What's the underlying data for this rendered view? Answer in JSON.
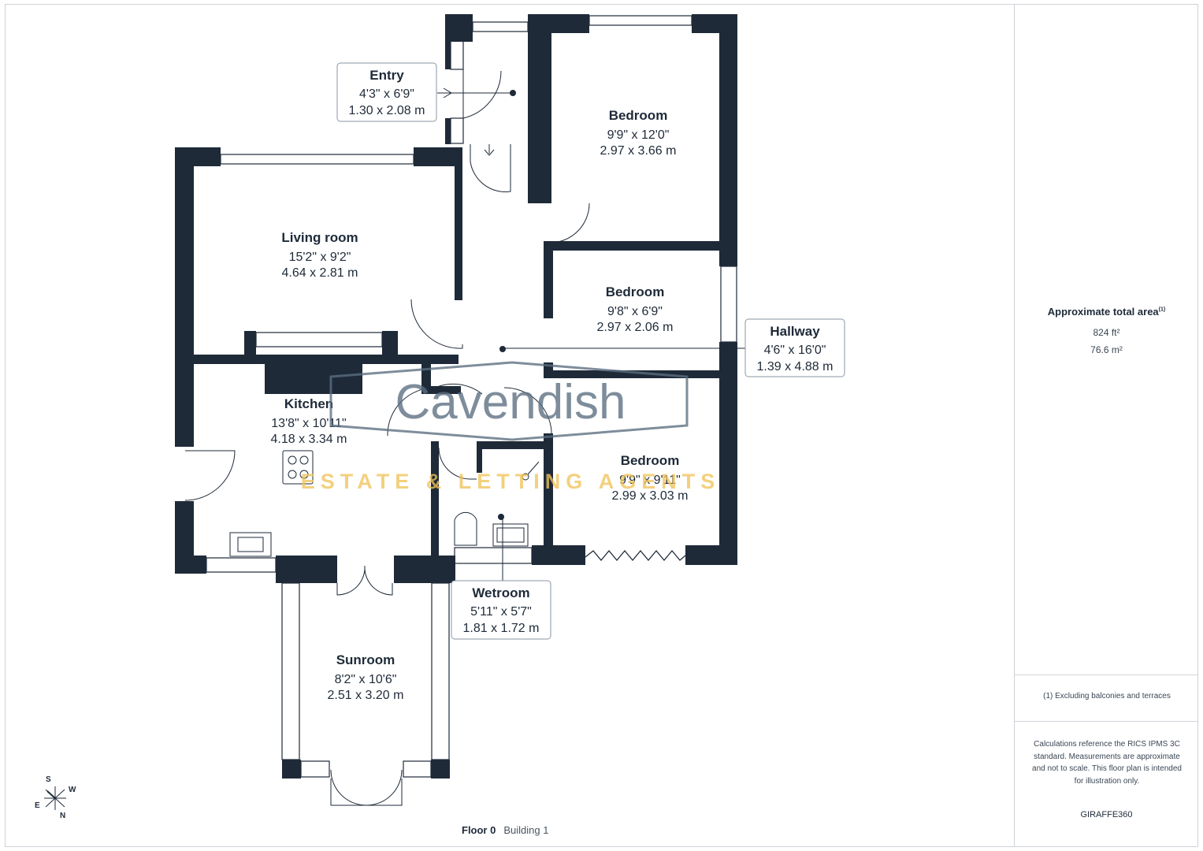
{
  "rooms": [
    {
      "name": "Entry",
      "imperial": "4'3\" x 6'9\"",
      "metric": "1.30 x 2.08 m"
    },
    {
      "name": "Bedroom",
      "imperial": "9'9\" x 12'0\"",
      "metric": "2.97 x 3.66 m"
    },
    {
      "name": "Living room",
      "imperial": "15'2\" x 9'2\"",
      "metric": "4.64 x 2.81 m"
    },
    {
      "name": "Bedroom",
      "imperial": "9'8\" x 6'9\"",
      "metric": "2.97 x 2.06 m"
    },
    {
      "name": "Hallway",
      "imperial": "4'6\" x 16'0\"",
      "metric": "1.39 x 4.88 m"
    },
    {
      "name": "Kitchen",
      "imperial": "13'8\" x 10'11\"",
      "metric": "4.18 x 3.34 m"
    },
    {
      "name": "Bedroom",
      "imperial": "9'9\" x 9'11\"",
      "metric": "2.99 x 3.03 m"
    },
    {
      "name": "Wetroom",
      "imperial": "5'11\" x 5'7\"",
      "metric": "1.81 x 1.72 m"
    },
    {
      "name": "Sunroom",
      "imperial": "8'2\" x 10'6\"",
      "metric": "2.51 x 3.20 m"
    }
  ],
  "watermark": {
    "name": "Cavendish",
    "tagline": "ESTATE & LETTING AGENTS"
  },
  "compass": {
    "s": "S",
    "w": "W",
    "e": "E",
    "n": "N"
  },
  "floor": {
    "label": "Floor 0",
    "building": "Building 1"
  },
  "summary": {
    "title": "Approximate total area",
    "title_note": "(1)",
    "area_ft": "824 ft²",
    "area_m": "76.6 m²",
    "footnote": "(1) Excluding balconies and terraces",
    "disclaimer": "Calculations reference the RICS IPMS 3C standard. Measurements are approximate and not to scale. This floor plan is intended for illustration only.",
    "brand": "GIRAFFE360"
  },
  "colors": {
    "wall": "#1e2a38",
    "watermark_blue": "#5b6e80",
    "watermark_gold": "#f0c35a"
  }
}
